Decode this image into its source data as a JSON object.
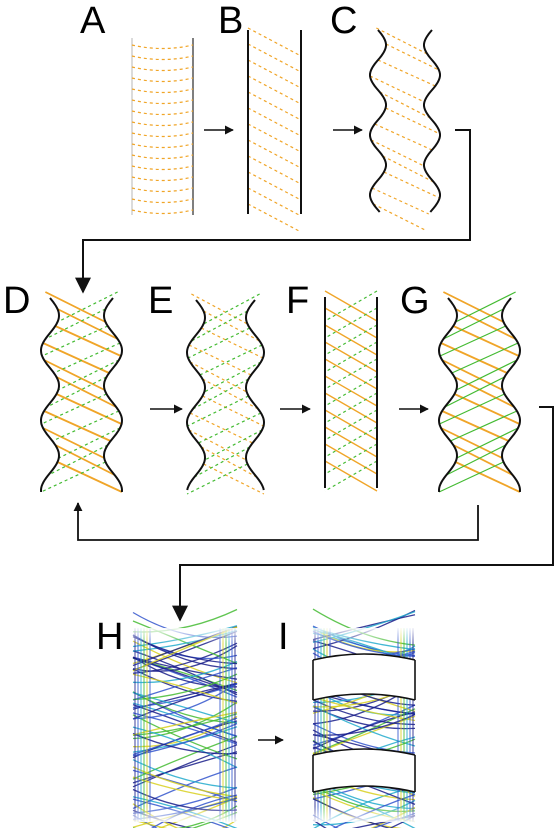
{
  "panels": [
    {
      "id": "A",
      "label": "A"
    },
    {
      "id": "B",
      "label": "B"
    },
    {
      "id": "C",
      "label": "C"
    },
    {
      "id": "D",
      "label": "D"
    },
    {
      "id": "E",
      "label": "E"
    },
    {
      "id": "F",
      "label": "F"
    },
    {
      "id": "G",
      "label": "G"
    },
    {
      "id": "H",
      "label": "H"
    },
    {
      "id": "I",
      "label": "I"
    }
  ],
  "colors": {
    "orange": "#f0a528",
    "green": "#44bb33",
    "blue": "#3355cc",
    "navy": "#1a1f8a",
    "teal": "#22aacc",
    "yellow": "#d8d020",
    "outline": "#111111"
  }
}
